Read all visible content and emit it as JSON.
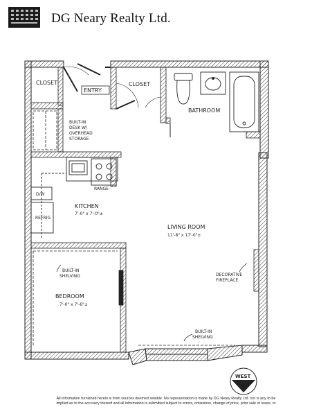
{
  "header": {
    "company_name": "DG Neary Realty Ltd.",
    "logo_icon": "building-logo-icon"
  },
  "rooms": {
    "closet_left": "CLOSET",
    "entry": "ENTRY",
    "closet_right": "CLOSET",
    "bathroom": "BATHROOM",
    "desk_line1": "BUILT-IN",
    "desk_line2": "DESK W/",
    "desk_line3": "OVERHEAD",
    "desk_line4": "STORAGE",
    "range": "RANGE",
    "dw": "D/W",
    "kitchen": "KITCHEN",
    "kitchen_dim": "7'-0\" x 7'-0\"±",
    "refrig": "REFRIG",
    "living": "LIVING ROOM",
    "living_dim": "11'-8\" x 17'-0\"±",
    "shelving_line1": "BUILT-IN",
    "shelving_line2": "SHELVING",
    "bedroom": "BEDROOM",
    "bedroom_dim": "7'-0\" x 7'-6\"±",
    "fireplace_line1": "DECORATIVE",
    "fireplace_line2": "FIREPLACE",
    "shelving2_line1": "BUILT-IN",
    "shelving2_line2": "SHELVING",
    "compass": "WEST"
  },
  "footer": {
    "line1": "All information furnished herein is from sources deemed reliable. No representation is made by DG Neary Realty Ltd. nor is any to be",
    "line2": "implied as to the accuracy thereof and all information is submitted subject to errors, omissions, change of price, prior sale or lease, or"
  }
}
